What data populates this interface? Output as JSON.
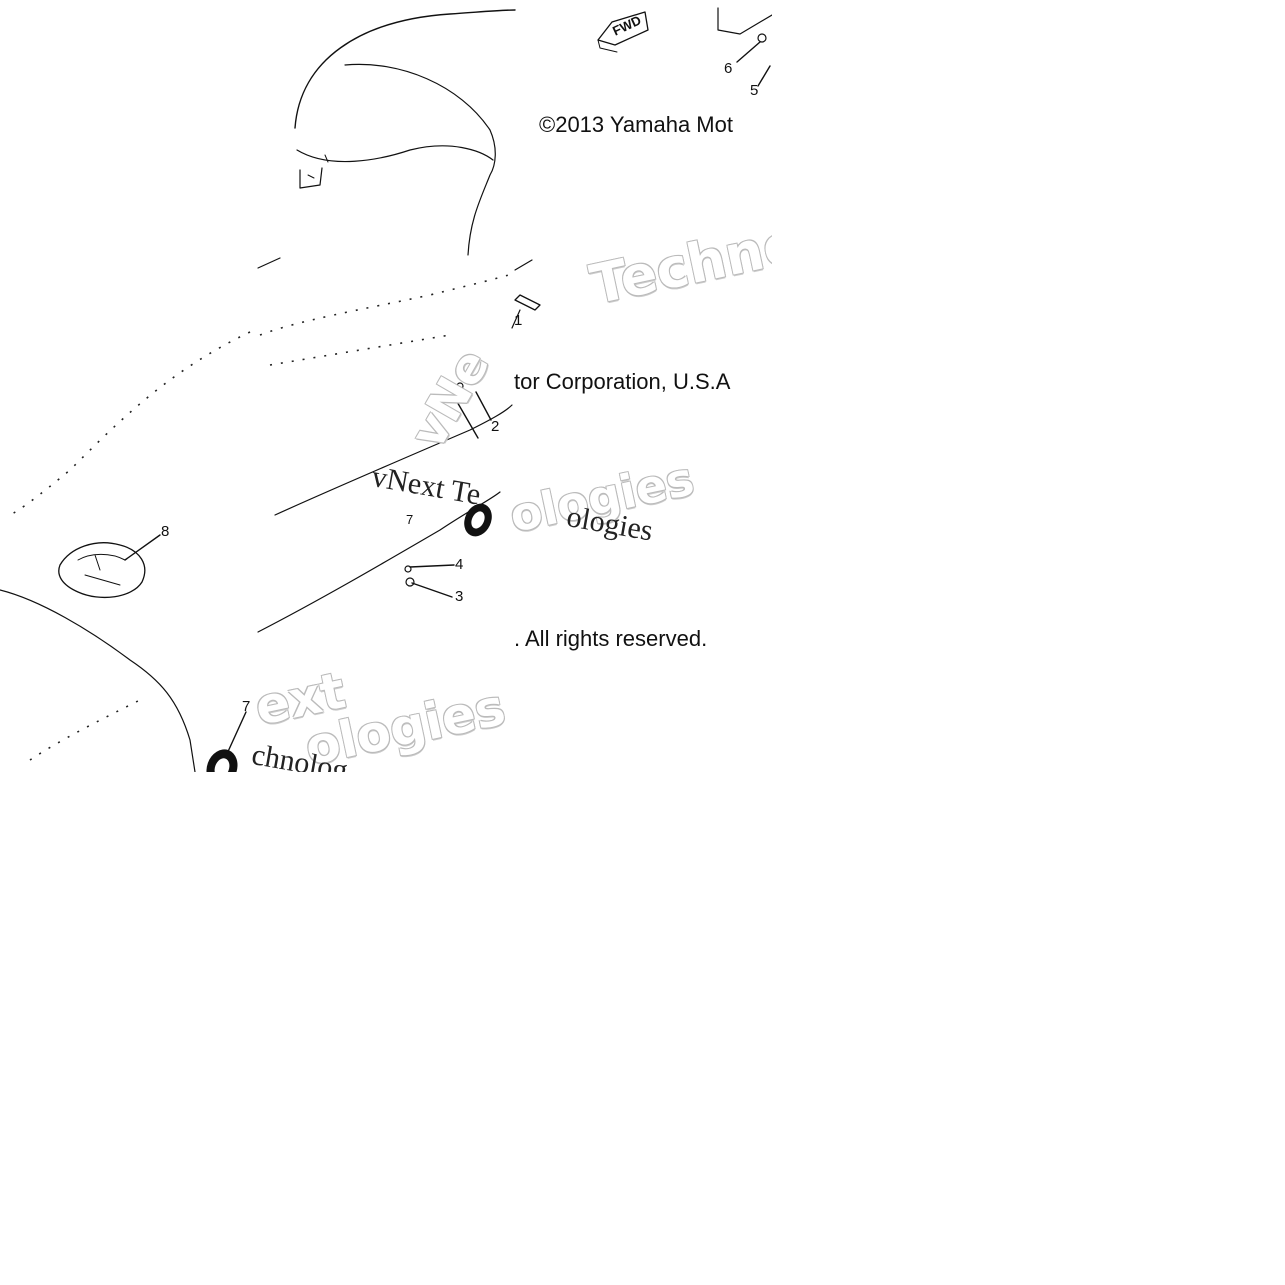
{
  "copyright": {
    "line1": "©2013 Yamaha Mot",
    "line2": "tor Corporation, U.S.A",
    "line3": ". All rights reserved."
  },
  "watermark": {
    "serif_text": "vNext Te",
    "serif_text_2": "ologies",
    "serif_text_3": "chnolog",
    "outline_text": "Techno",
    "outline_text_2": "vNe",
    "outline_text_3": "ologies",
    "outline_text_4": "ext",
    "outline_text_5": "ologies"
  },
  "part_labels": {
    "fwd_tag": "FWD",
    "callout_1": "1",
    "callout_2": "2",
    "callout_3": "3",
    "callout_4": "4",
    "callout_5": "5",
    "callout_6": "6",
    "callout_7": "7",
    "callout_7b": "7",
    "callout_8": "8"
  },
  "colors": {
    "line": "#111111",
    "background": "#ffffff",
    "watermark_outline": "#bbbbbb"
  }
}
